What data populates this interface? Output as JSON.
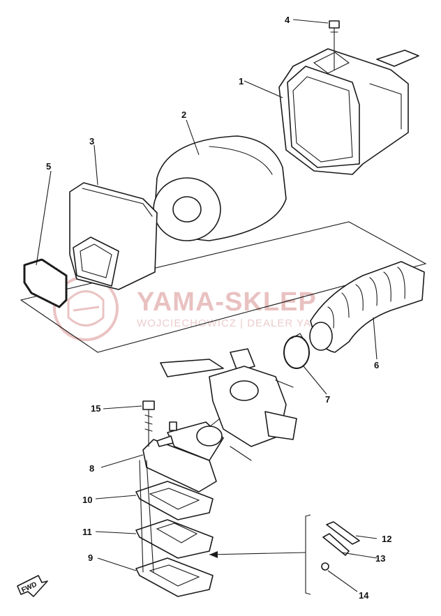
{
  "watermark": {
    "title": "YAMA-SKLEP",
    "subtitle": "WOJCIECHOWICZ | DEALER YAMAHA",
    "color": "#e6b7b7"
  },
  "fwd_label": "FWD",
  "callouts": [
    {
      "id": "c1",
      "label": "1"
    },
    {
      "id": "c2",
      "label": "2"
    },
    {
      "id": "c3",
      "label": "3"
    },
    {
      "id": "c4",
      "label": "4"
    },
    {
      "id": "c5",
      "label": "5"
    },
    {
      "id": "c6",
      "label": "6"
    },
    {
      "id": "c7",
      "label": "7"
    },
    {
      "id": "c8",
      "label": "8"
    },
    {
      "id": "c9",
      "label": "9"
    },
    {
      "id": "c10",
      "label": "10"
    },
    {
      "id": "c11",
      "label": "11"
    },
    {
      "id": "c12",
      "label": "12"
    },
    {
      "id": "c13",
      "label": "13"
    },
    {
      "id": "c14",
      "label": "14"
    },
    {
      "id": "c15",
      "label": "15"
    }
  ]
}
